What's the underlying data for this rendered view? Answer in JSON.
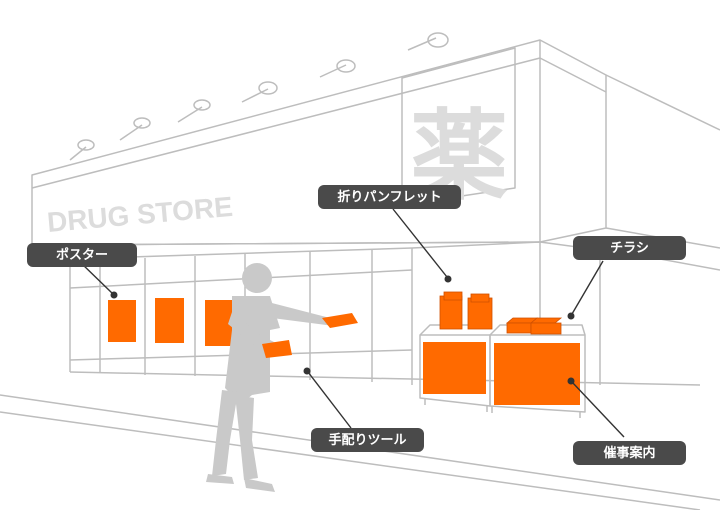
{
  "sign": {
    "store_name": "DRUG STORE",
    "kanji": "薬"
  },
  "labels": {
    "poster": "ポスター",
    "pamphlet": "折りパンフレット",
    "flyer": "チラシ",
    "handout": "手配りツール",
    "event_guide": "催事案内"
  },
  "colors": {
    "accent": "#ff6a00",
    "label_bg": "#4a4a4a",
    "person": "#c9c9c9",
    "sign_text": "#dcdcdc",
    "lines": "#bdbdbd"
  }
}
